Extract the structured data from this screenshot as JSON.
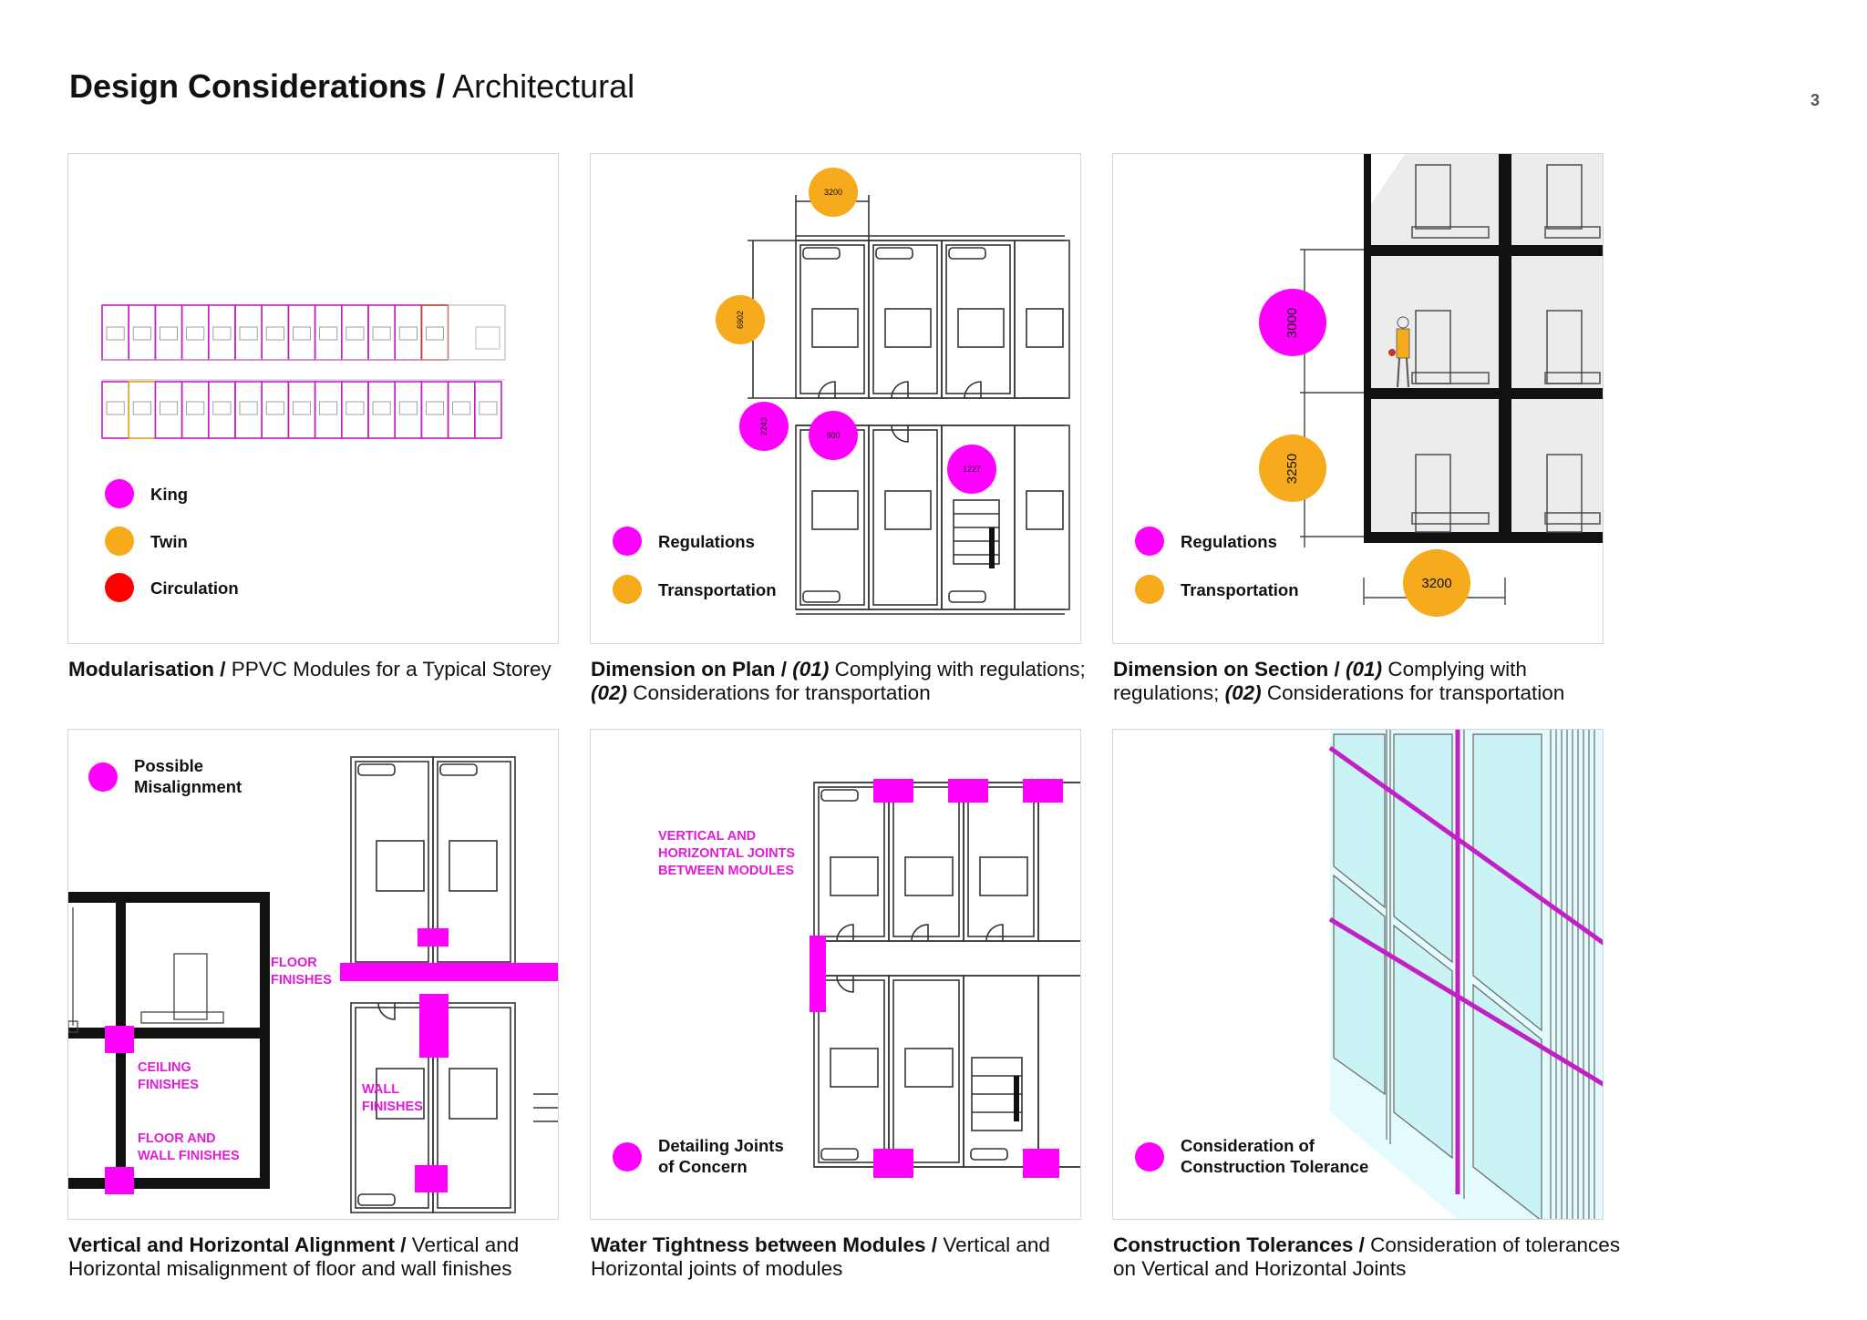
{
  "header": {
    "title_bold": "Design Considerations /",
    "title_regular": "Architectural",
    "page_number": "3"
  },
  "colors": {
    "magenta": "#ff00ff",
    "orange": "#f5ab1b",
    "red": "#ff0000",
    "line": "#333333",
    "glass": "#c9f3f5"
  },
  "panels": [
    {
      "caption_bold": "Modularisation /",
      "caption_text": "PPVC Modules for a Typical Storey",
      "legend": [
        {
          "label": "King",
          "color": "#ff00ff"
        },
        {
          "label": "Twin",
          "color": "#f5ab1b"
        },
        {
          "label": "Circulation",
          "color": "#ff0000"
        }
      ]
    },
    {
      "caption_bold": "Dimension on Plan /",
      "caption_num1": "(01)",
      "caption_text1": "Complying with regulations;",
      "caption_num2": "(02)",
      "caption_text2": "Considerations for transportation",
      "legend": [
        {
          "label": "Regulations",
          "color": "#ff00ff"
        },
        {
          "label": "Transportation",
          "color": "#f5ab1b"
        }
      ],
      "dimensions": [
        "3200",
        "6902",
        "2243",
        "900",
        "1227"
      ]
    },
    {
      "caption_bold": "Dimension on Section /",
      "caption_num1": "(01)",
      "caption_text1": "Complying with regulations;",
      "caption_num2": "(02)",
      "caption_text2": "Considerations for transportation",
      "legend": [
        {
          "label": "Regulations",
          "color": "#ff00ff"
        },
        {
          "label": "Transportation",
          "color": "#f5ab1b"
        }
      ],
      "dimensions": [
        "3000",
        "3250",
        "3200"
      ]
    },
    {
      "caption_bold": "Vertical and Horizontal Alignment /",
      "caption_text": "Vertical and Horizontal misalignment of floor and wall finishes",
      "legend": [
        {
          "label": "Possible Misalignment",
          "color": "#ff00ff"
        }
      ],
      "labels": {
        "floor_finishes": "FLOOR FINISHES",
        "ceiling_finishes": "CEILING FINISHES",
        "wall_finishes": "WALL FINISHES",
        "floor_wall_finishes": "FLOOR AND WALL FINISHES"
      }
    },
    {
      "caption_bold": "Water Tightness between Modules /",
      "caption_text": "Vertical and Horizontal joints of modules",
      "legend": [
        {
          "label": "Detailing Joints of Concern",
          "color": "#ff00ff"
        }
      ],
      "labels": {
        "joints": "VERTICAL AND HORIZONTAL JOINTS BETWEEN MODULES"
      }
    },
    {
      "caption_bold": "Construction Tolerances /",
      "caption_text": "Consideration of tolerances on Vertical and Horizontal Joints",
      "legend": [
        {
          "label": "Consideration of Construction Tolerance",
          "color": "#ff00ff"
        }
      ]
    }
  ]
}
